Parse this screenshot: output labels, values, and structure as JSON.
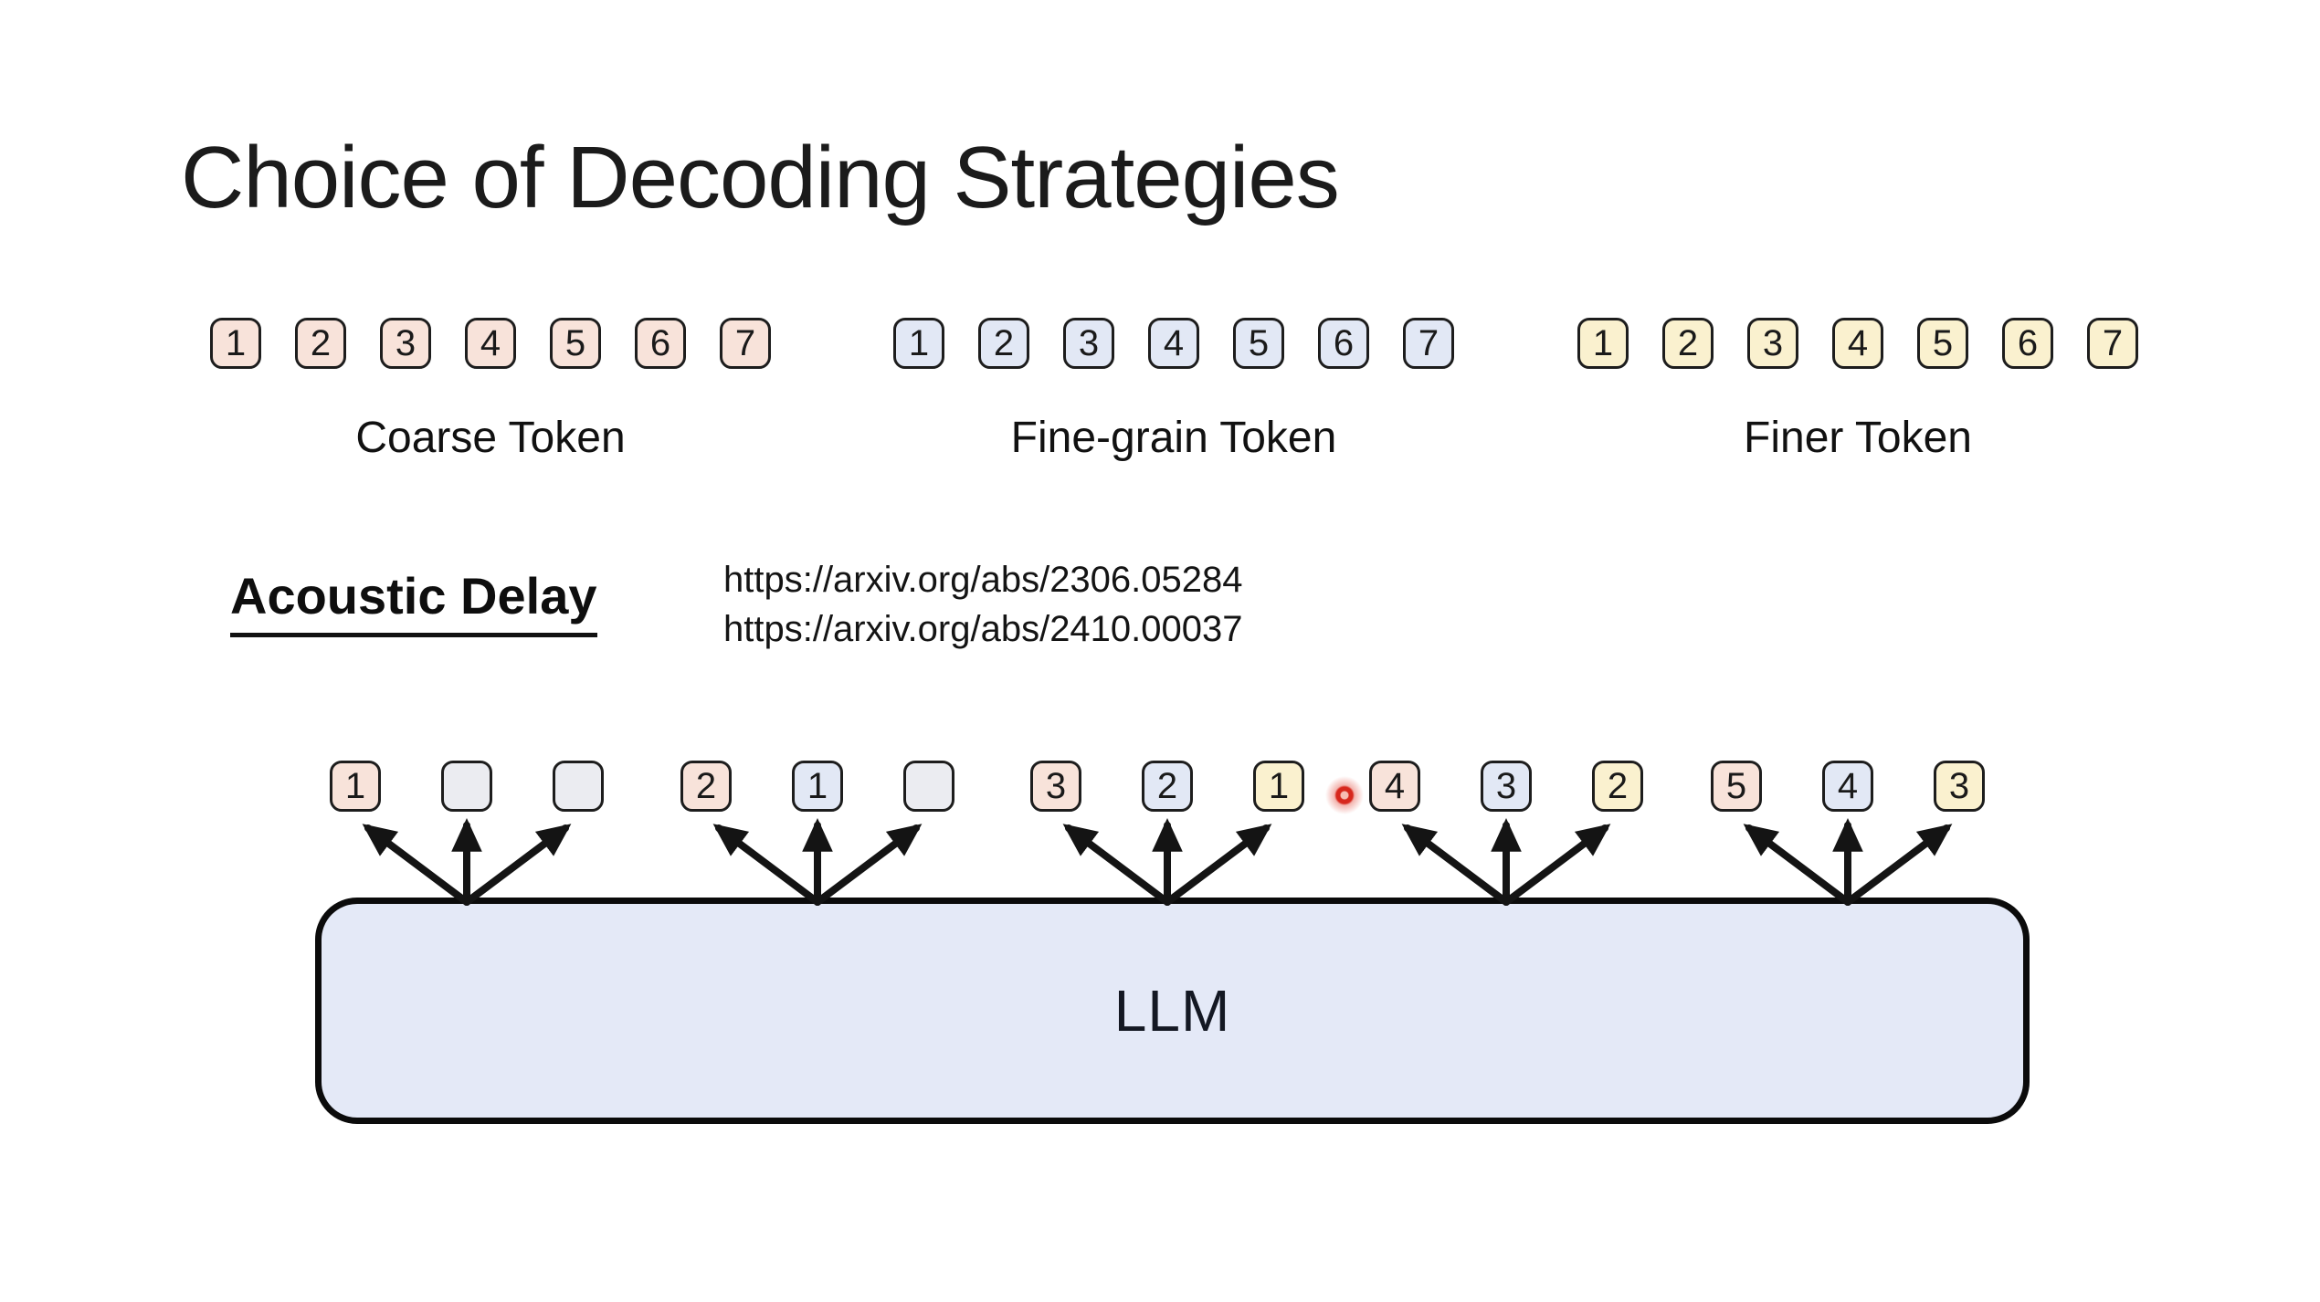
{
  "slide": {
    "title": "Choice of Decoding Strategies",
    "background": "#ffffff"
  },
  "token_rows": [
    {
      "label": "Coarse Token",
      "type": "coarse",
      "tokens": [
        "1",
        "2",
        "3",
        "4",
        "5",
        "6",
        "7"
      ]
    },
    {
      "label": "Fine-grain Token",
      "type": "fine",
      "tokens": [
        "1",
        "2",
        "3",
        "4",
        "5",
        "6",
        "7"
      ]
    },
    {
      "label": "Finer Token",
      "type": "finer",
      "tokens": [
        "1",
        "2",
        "3",
        "4",
        "5",
        "6",
        "7"
      ]
    }
  ],
  "method": {
    "name": "Acoustic Delay",
    "references": [
      "https://arxiv.org/abs/2306.05284",
      "https://arxiv.org/abs/2410.00037"
    ]
  },
  "decoder": {
    "llm_label": "LLM",
    "steps": [
      {
        "tokens": [
          {
            "value": "1",
            "type": "coarse"
          },
          {
            "value": "",
            "type": "empty"
          },
          {
            "value": "",
            "type": "empty"
          }
        ]
      },
      {
        "tokens": [
          {
            "value": "2",
            "type": "coarse"
          },
          {
            "value": "1",
            "type": "fine"
          },
          {
            "value": "",
            "type": "empty"
          }
        ]
      },
      {
        "tokens": [
          {
            "value": "3",
            "type": "coarse"
          },
          {
            "value": "2",
            "type": "fine"
          },
          {
            "value": "1",
            "type": "finer"
          }
        ]
      },
      {
        "tokens": [
          {
            "value": "4",
            "type": "coarse"
          },
          {
            "value": "3",
            "type": "fine"
          },
          {
            "value": "2",
            "type": "finer"
          }
        ]
      },
      {
        "tokens": [
          {
            "value": "5",
            "type": "coarse"
          },
          {
            "value": "4",
            "type": "fine"
          },
          {
            "value": "3",
            "type": "finer"
          }
        ]
      }
    ]
  },
  "pointer": {
    "type": "laser-dot",
    "color": "#d7271d"
  },
  "colors": {
    "coarse_fill": "#f8e3da",
    "fine_fill": "#e2e8f5",
    "finer_fill": "#faf1cf",
    "empty_fill": "#ebecf1",
    "llm_fill": "#e4e9f7",
    "outline": "#1d1d1d",
    "arrow": "#141414"
  }
}
